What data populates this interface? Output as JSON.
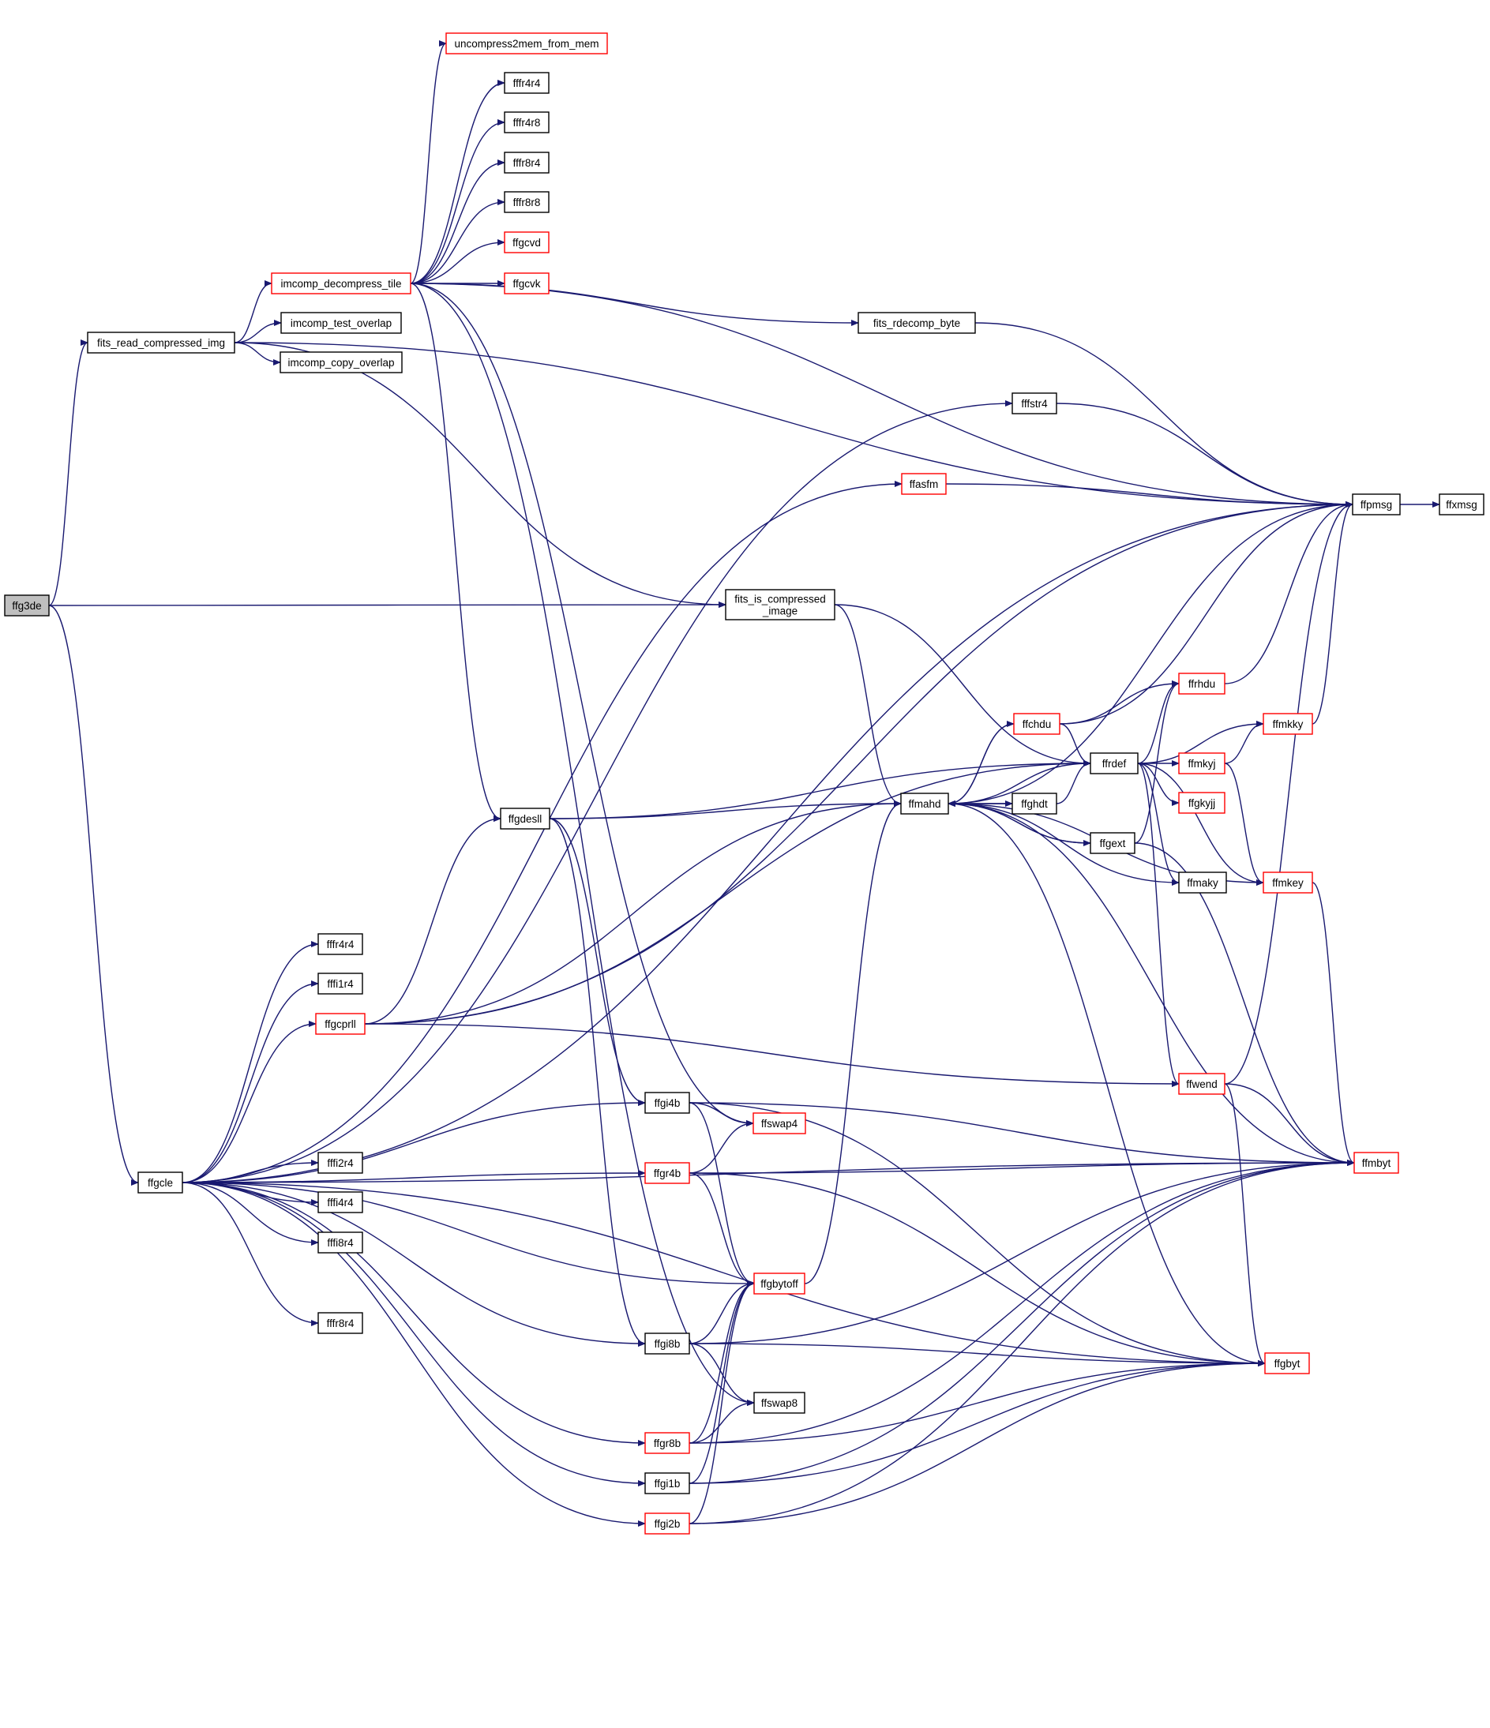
{
  "colors": {
    "edge": "#191970",
    "border_normal": "#000000",
    "border_ref": "#ff0000",
    "root_fill": "#bfbfbf",
    "background": "#ffffff"
  },
  "nodes": [
    {
      "id": "ffg3de",
      "lines": [
        "ffg3de"
      ],
      "style": "root"
    },
    {
      "id": "fits_read_compressed_img",
      "lines": [
        "fits_read_compressed_img"
      ],
      "style": "normal"
    },
    {
      "id": "ffgcle",
      "lines": [
        "ffgcle"
      ],
      "style": "normal"
    },
    {
      "id": "fits_is_compressed_image",
      "lines": [
        "fits_is_compressed",
        "_image"
      ],
      "style": "normal"
    },
    {
      "id": "ffpmsg",
      "lines": [
        "ffpmsg"
      ],
      "style": "normal"
    },
    {
      "id": "ffxmsg",
      "lines": [
        "ffxmsg"
      ],
      "style": "normal"
    },
    {
      "id": "imcomp_decompress_tile",
      "lines": [
        "imcomp_decompress_tile"
      ],
      "style": "ref"
    },
    {
      "id": "imcomp_test_overlap",
      "lines": [
        "imcomp_test_overlap"
      ],
      "style": "normal"
    },
    {
      "id": "imcomp_copy_overlap",
      "lines": [
        "imcomp_copy_overlap"
      ],
      "style": "normal"
    },
    {
      "id": "uncompress2mem_from_mem",
      "lines": [
        "uncompress2mem_from_mem"
      ],
      "style": "ref"
    },
    {
      "id": "fffr4r4_top",
      "lines": [
        "fffr4r4"
      ],
      "style": "normal"
    },
    {
      "id": "fffr4r8",
      "lines": [
        "fffr4r8"
      ],
      "style": "normal"
    },
    {
      "id": "fffr8r4_top",
      "lines": [
        "fffr8r4"
      ],
      "style": "normal"
    },
    {
      "id": "fffr8r8",
      "lines": [
        "fffr8r8"
      ],
      "style": "normal"
    },
    {
      "id": "ffgcvd",
      "lines": [
        "ffgcvd"
      ],
      "style": "ref"
    },
    {
      "id": "ffgcvk",
      "lines": [
        "ffgcvk"
      ],
      "style": "ref"
    },
    {
      "id": "fits_rdecomp_byte",
      "lines": [
        "fits_rdecomp_byte"
      ],
      "style": "normal"
    },
    {
      "id": "fffstr4",
      "lines": [
        "fffstr4"
      ],
      "style": "normal"
    },
    {
      "id": "ffasfm",
      "lines": [
        "ffasfm"
      ],
      "style": "ref"
    },
    {
      "id": "ffgdesll",
      "lines": [
        "ffgdesll"
      ],
      "style": "normal"
    },
    {
      "id": "ffmahd",
      "lines": [
        "ffmahd"
      ],
      "style": "normal"
    },
    {
      "id": "ffrhdu",
      "lines": [
        "ffrhdu"
      ],
      "style": "ref"
    },
    {
      "id": "ffchdu",
      "lines": [
        "ffchdu"
      ],
      "style": "ref"
    },
    {
      "id": "ffrdef",
      "lines": [
        "ffrdef"
      ],
      "style": "normal"
    },
    {
      "id": "ffmkky",
      "lines": [
        "ffmkky"
      ],
      "style": "ref"
    },
    {
      "id": "ffmkyj",
      "lines": [
        "ffmkyj"
      ],
      "style": "ref"
    },
    {
      "id": "ffgkyjj",
      "lines": [
        "ffgkyjj"
      ],
      "style": "ref"
    },
    {
      "id": "ffghdt",
      "lines": [
        "ffghdt"
      ],
      "style": "normal"
    },
    {
      "id": "ffgext",
      "lines": [
        "ffgext"
      ],
      "style": "normal"
    },
    {
      "id": "ffmaky",
      "lines": [
        "ffmaky"
      ],
      "style": "normal"
    },
    {
      "id": "ffmkey",
      "lines": [
        "ffmkey"
      ],
      "style": "ref"
    },
    {
      "id": "fffr4r4",
      "lines": [
        "fffr4r4"
      ],
      "style": "normal"
    },
    {
      "id": "fffi1r4",
      "lines": [
        "fffi1r4"
      ],
      "style": "normal"
    },
    {
      "id": "ffgcprll",
      "lines": [
        "ffgcprll"
      ],
      "style": "ref"
    },
    {
      "id": "ffwend",
      "lines": [
        "ffwend"
      ],
      "style": "ref"
    },
    {
      "id": "ffgi4b",
      "lines": [
        "ffgi4b"
      ],
      "style": "normal"
    },
    {
      "id": "ffswap4",
      "lines": [
        "ffswap4"
      ],
      "style": "ref"
    },
    {
      "id": "ffmbyt",
      "lines": [
        "ffmbyt"
      ],
      "style": "ref"
    },
    {
      "id": "fffi2r4",
      "lines": [
        "fffi2r4"
      ],
      "style": "normal"
    },
    {
      "id": "ffgr4b",
      "lines": [
        "ffgr4b"
      ],
      "style": "ref"
    },
    {
      "id": "fffi4r4",
      "lines": [
        "fffi4r4"
      ],
      "style": "normal"
    },
    {
      "id": "fffi8r4",
      "lines": [
        "fffi8r4"
      ],
      "style": "normal"
    },
    {
      "id": "ffgbytoff",
      "lines": [
        "ffgbytoff"
      ],
      "style": "ref"
    },
    {
      "id": "fffr8r4",
      "lines": [
        "fffr8r4"
      ],
      "style": "normal"
    },
    {
      "id": "ffgi8b",
      "lines": [
        "ffgi8b"
      ],
      "style": "normal"
    },
    {
      "id": "ffgbyt",
      "lines": [
        "ffgbyt"
      ],
      "style": "ref"
    },
    {
      "id": "ffswap8",
      "lines": [
        "ffswap8"
      ],
      "style": "normal"
    },
    {
      "id": "ffgr8b",
      "lines": [
        "ffgr8b"
      ],
      "style": "ref"
    },
    {
      "id": "ffgi1b",
      "lines": [
        "ffgi1b"
      ],
      "style": "normal"
    },
    {
      "id": "ffgi2b",
      "lines": [
        "ffgi2b"
      ],
      "style": "ref"
    }
  ],
  "edges": [
    [
      "ffg3de",
      "fits_read_compressed_img"
    ],
    [
      "ffg3de",
      "ffgcle"
    ],
    [
      "ffg3de",
      "fits_is_compressed_image"
    ],
    [
      "fits_read_compressed_img",
      "imcomp_decompress_tile"
    ],
    [
      "fits_read_compressed_img",
      "imcomp_test_overlap"
    ],
    [
      "fits_read_compressed_img",
      "imcomp_copy_overlap"
    ],
    [
      "fits_read_compressed_img",
      "fits_is_compressed_image"
    ],
    [
      "fits_read_compressed_img",
      "ffpmsg"
    ],
    [
      "imcomp_decompress_tile",
      "uncompress2mem_from_mem"
    ],
    [
      "imcomp_decompress_tile",
      "fffr4r4_top"
    ],
    [
      "imcomp_decompress_tile",
      "fffr4r8"
    ],
    [
      "imcomp_decompress_tile",
      "fffr8r4_top"
    ],
    [
      "imcomp_decompress_tile",
      "fffr8r8"
    ],
    [
      "imcomp_decompress_tile",
      "ffgcvd"
    ],
    [
      "imcomp_decompress_tile",
      "ffgcvk"
    ],
    [
      "imcomp_decompress_tile",
      "fits_rdecomp_byte"
    ],
    [
      "imcomp_decompress_tile",
      "ffpmsg"
    ],
    [
      "imcomp_decompress_tile",
      "ffgdesll"
    ],
    [
      "imcomp_decompress_tile",
      "ffswap4"
    ],
    [
      "imcomp_decompress_tile",
      "ffswap8"
    ],
    [
      "fits_rdecomp_byte",
      "ffpmsg"
    ],
    [
      "fffstr4",
      "ffpmsg"
    ],
    [
      "ffasfm",
      "ffpmsg"
    ],
    [
      "ffpmsg",
      "ffxmsg"
    ],
    [
      "fits_is_compressed_image",
      "ffmahd"
    ],
    [
      "fits_is_compressed_image",
      "ffrdef"
    ],
    [
      "ffgcle",
      "fffstr4"
    ],
    [
      "ffgcle",
      "ffpmsg"
    ],
    [
      "ffgcle",
      "ffasfm"
    ],
    [
      "ffgcle",
      "fffr4r4"
    ],
    [
      "ffgcle",
      "fffi1r4"
    ],
    [
      "ffgcle",
      "ffgcprll"
    ],
    [
      "ffgcle",
      "ffgi4b"
    ],
    [
      "ffgcle",
      "fffi2r4"
    ],
    [
      "ffgcle",
      "fffi4r4"
    ],
    [
      "ffgcle",
      "fffi8r4"
    ],
    [
      "ffgcle",
      "fffr8r4"
    ],
    [
      "ffgcle",
      "ffgr4b"
    ],
    [
      "ffgcle",
      "ffgbytoff"
    ],
    [
      "ffgcle",
      "ffgi8b"
    ],
    [
      "ffgcle",
      "ffgr8b"
    ],
    [
      "ffgcle",
      "ffgi1b"
    ],
    [
      "ffgcle",
      "ffgi2b"
    ],
    [
      "ffgcle",
      "ffgbyt"
    ],
    [
      "ffgcle",
      "ffmbyt"
    ],
    [
      "ffgcprll",
      "ffpmsg"
    ],
    [
      "ffgcprll",
      "ffgdesll"
    ],
    [
      "ffgcprll",
      "ffmahd"
    ],
    [
      "ffgcprll",
      "ffrdef"
    ],
    [
      "ffgcprll",
      "ffwend"
    ],
    [
      "ffgdesll",
      "ffmahd"
    ],
    [
      "ffgdesll",
      "ffrdef"
    ],
    [
      "ffgdesll",
      "ffgi4b"
    ],
    [
      "ffgdesll",
      "ffgi8b"
    ],
    [
      "ffmahd",
      "ffpmsg"
    ],
    [
      "ffmahd",
      "ffchdu"
    ],
    [
      "ffmahd",
      "ffghdt"
    ],
    [
      "ffmahd",
      "ffgext"
    ],
    [
      "ffmahd",
      "ffmbyt"
    ],
    [
      "ffmahd",
      "ffgbyt"
    ],
    [
      "ffchdu",
      "ffrhdu"
    ],
    [
      "ffchdu",
      "ffrdef"
    ],
    [
      "ffchdu",
      "ffpmsg"
    ],
    [
      "ffchdu",
      "ffmahd"
    ],
    [
      "ffghdt",
      "ffrdef"
    ],
    [
      "ffghdt",
      "ffmahd"
    ],
    [
      "ffrdef",
      "ffmahd"
    ],
    [
      "ffrdef",
      "ffrhdu"
    ],
    [
      "ffrdef",
      "ffmkky"
    ],
    [
      "ffrdef",
      "ffmkyj"
    ],
    [
      "ffrdef",
      "ffgkyjj"
    ],
    [
      "ffrdef",
      "ffmaky"
    ],
    [
      "ffrdef",
      "ffmkey"
    ],
    [
      "ffrdef",
      "ffwend"
    ],
    [
      "ffgext",
      "ffrhdu"
    ],
    [
      "ffgext",
      "ffmahd"
    ],
    [
      "ffgext",
      "ffmbyt"
    ],
    [
      "ffmaky",
      "ffmahd"
    ],
    [
      "ffmkey",
      "ffmahd"
    ],
    [
      "ffmkey",
      "ffmbyt"
    ],
    [
      "ffrhdu",
      "ffpmsg"
    ],
    [
      "ffmkky",
      "ffpmsg"
    ],
    [
      "ffmkyj",
      "ffmkky"
    ],
    [
      "ffmkyj",
      "ffmkey"
    ],
    [
      "ffwend",
      "ffpmsg"
    ],
    [
      "ffwend",
      "ffmbyt"
    ],
    [
      "ffwend",
      "ffgbyt"
    ],
    [
      "ffgi4b",
      "ffswap4"
    ],
    [
      "ffgi4b",
      "ffmbyt"
    ],
    [
      "ffgi4b",
      "ffgbyt"
    ],
    [
      "ffgi4b",
      "ffgbytoff"
    ],
    [
      "ffgr4b",
      "ffswap4"
    ],
    [
      "ffgr4b",
      "ffmbyt"
    ],
    [
      "ffgr4b",
      "ffgbyt"
    ],
    [
      "ffgr4b",
      "ffgbytoff"
    ],
    [
      "ffgbytoff",
      "ffmahd"
    ],
    [
      "ffgi8b",
      "ffgbytoff"
    ],
    [
      "ffgi8b",
      "ffgbyt"
    ],
    [
      "ffgi8b",
      "ffswap8"
    ],
    [
      "ffgi8b",
      "ffmbyt"
    ],
    [
      "ffgr8b",
      "ffgbytoff"
    ],
    [
      "ffgr8b",
      "ffswap8"
    ],
    [
      "ffgr8b",
      "ffgbyt"
    ],
    [
      "ffgr8b",
      "ffmbyt"
    ],
    [
      "ffgi1b",
      "ffgbytoff"
    ],
    [
      "ffgi1b",
      "ffgbyt"
    ],
    [
      "ffgi1b",
      "ffmbyt"
    ],
    [
      "ffgi2b",
      "ffgbytoff"
    ],
    [
      "ffgi2b",
      "ffgbyt"
    ],
    [
      "ffgi2b",
      "ffmbyt"
    ]
  ]
}
